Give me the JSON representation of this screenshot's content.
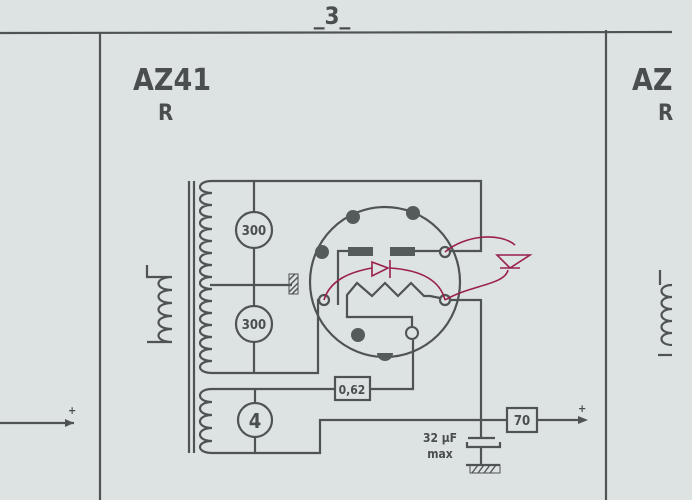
{
  "page_number": "_3_",
  "panel": {
    "tube": "AZ41",
    "variant": "R"
  },
  "next_panel": {
    "tube": "AZ",
    "variant": "R"
  },
  "components": {
    "r_upper": "300",
    "r_lower": "300",
    "r_heater_meter": "4",
    "r_series": "0,62",
    "r_output": "70",
    "capacitor_value": "32 µF",
    "capacitor_note": "max"
  },
  "output_left": "+",
  "output_right": "+",
  "colors": {
    "background": "#dde2e2",
    "ink": "#4f5354",
    "pen_annotation": "#9a1f4f"
  }
}
